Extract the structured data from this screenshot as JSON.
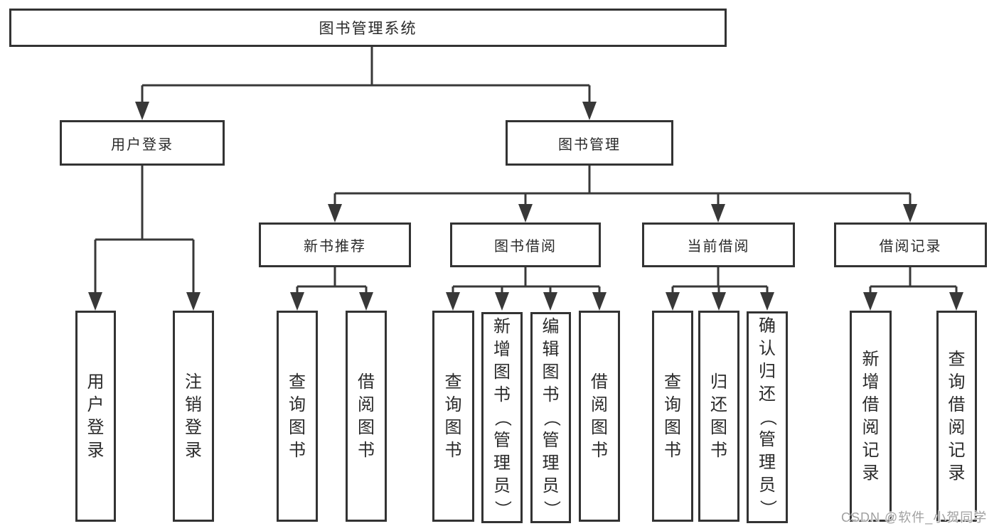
{
  "title": "图书管理系统",
  "level2": [
    {
      "label": "用户登录"
    },
    {
      "label": "图书管理"
    }
  ],
  "level3": [
    {
      "label": "新书推荐",
      "parent": "图书管理"
    },
    {
      "label": "图书借阅",
      "parent": "图书管理"
    },
    {
      "label": "当前借阅",
      "parent": "图书管理"
    },
    {
      "label": "借阅记录",
      "parent": "图书管理"
    }
  ],
  "leaves": [
    {
      "label": "用户登录",
      "parent": "用户登录"
    },
    {
      "label": "注销登录",
      "parent": "用户登录"
    },
    {
      "label": "查询图书",
      "parent": "新书推荐"
    },
    {
      "label": "借阅图书",
      "parent": "新书推荐"
    },
    {
      "label": "查询图书",
      "parent": "图书借阅"
    },
    {
      "label": "新增图书（管理员）",
      "parent": "图书借阅"
    },
    {
      "label": "编辑图书（管理员）",
      "parent": "图书借阅"
    },
    {
      "label": "借阅图书",
      "parent": "图书借阅"
    },
    {
      "label": "查询图书",
      "parent": "当前借阅"
    },
    {
      "label": "归还图书",
      "parent": "当前借阅"
    },
    {
      "label": "确认归还（管理员）",
      "parent": "当前借阅"
    },
    {
      "label": "新增借阅记录",
      "parent": "借阅记录"
    },
    {
      "label": "查询借阅记录",
      "parent": "借阅记录"
    }
  ],
  "watermark": "CSDN @软件_小贺同学",
  "colors": {
    "line": "#383838",
    "border": "#333333",
    "text": "#2a2a2a",
    "watermark": "#a0a0a0",
    "background": "#ffffff"
  }
}
